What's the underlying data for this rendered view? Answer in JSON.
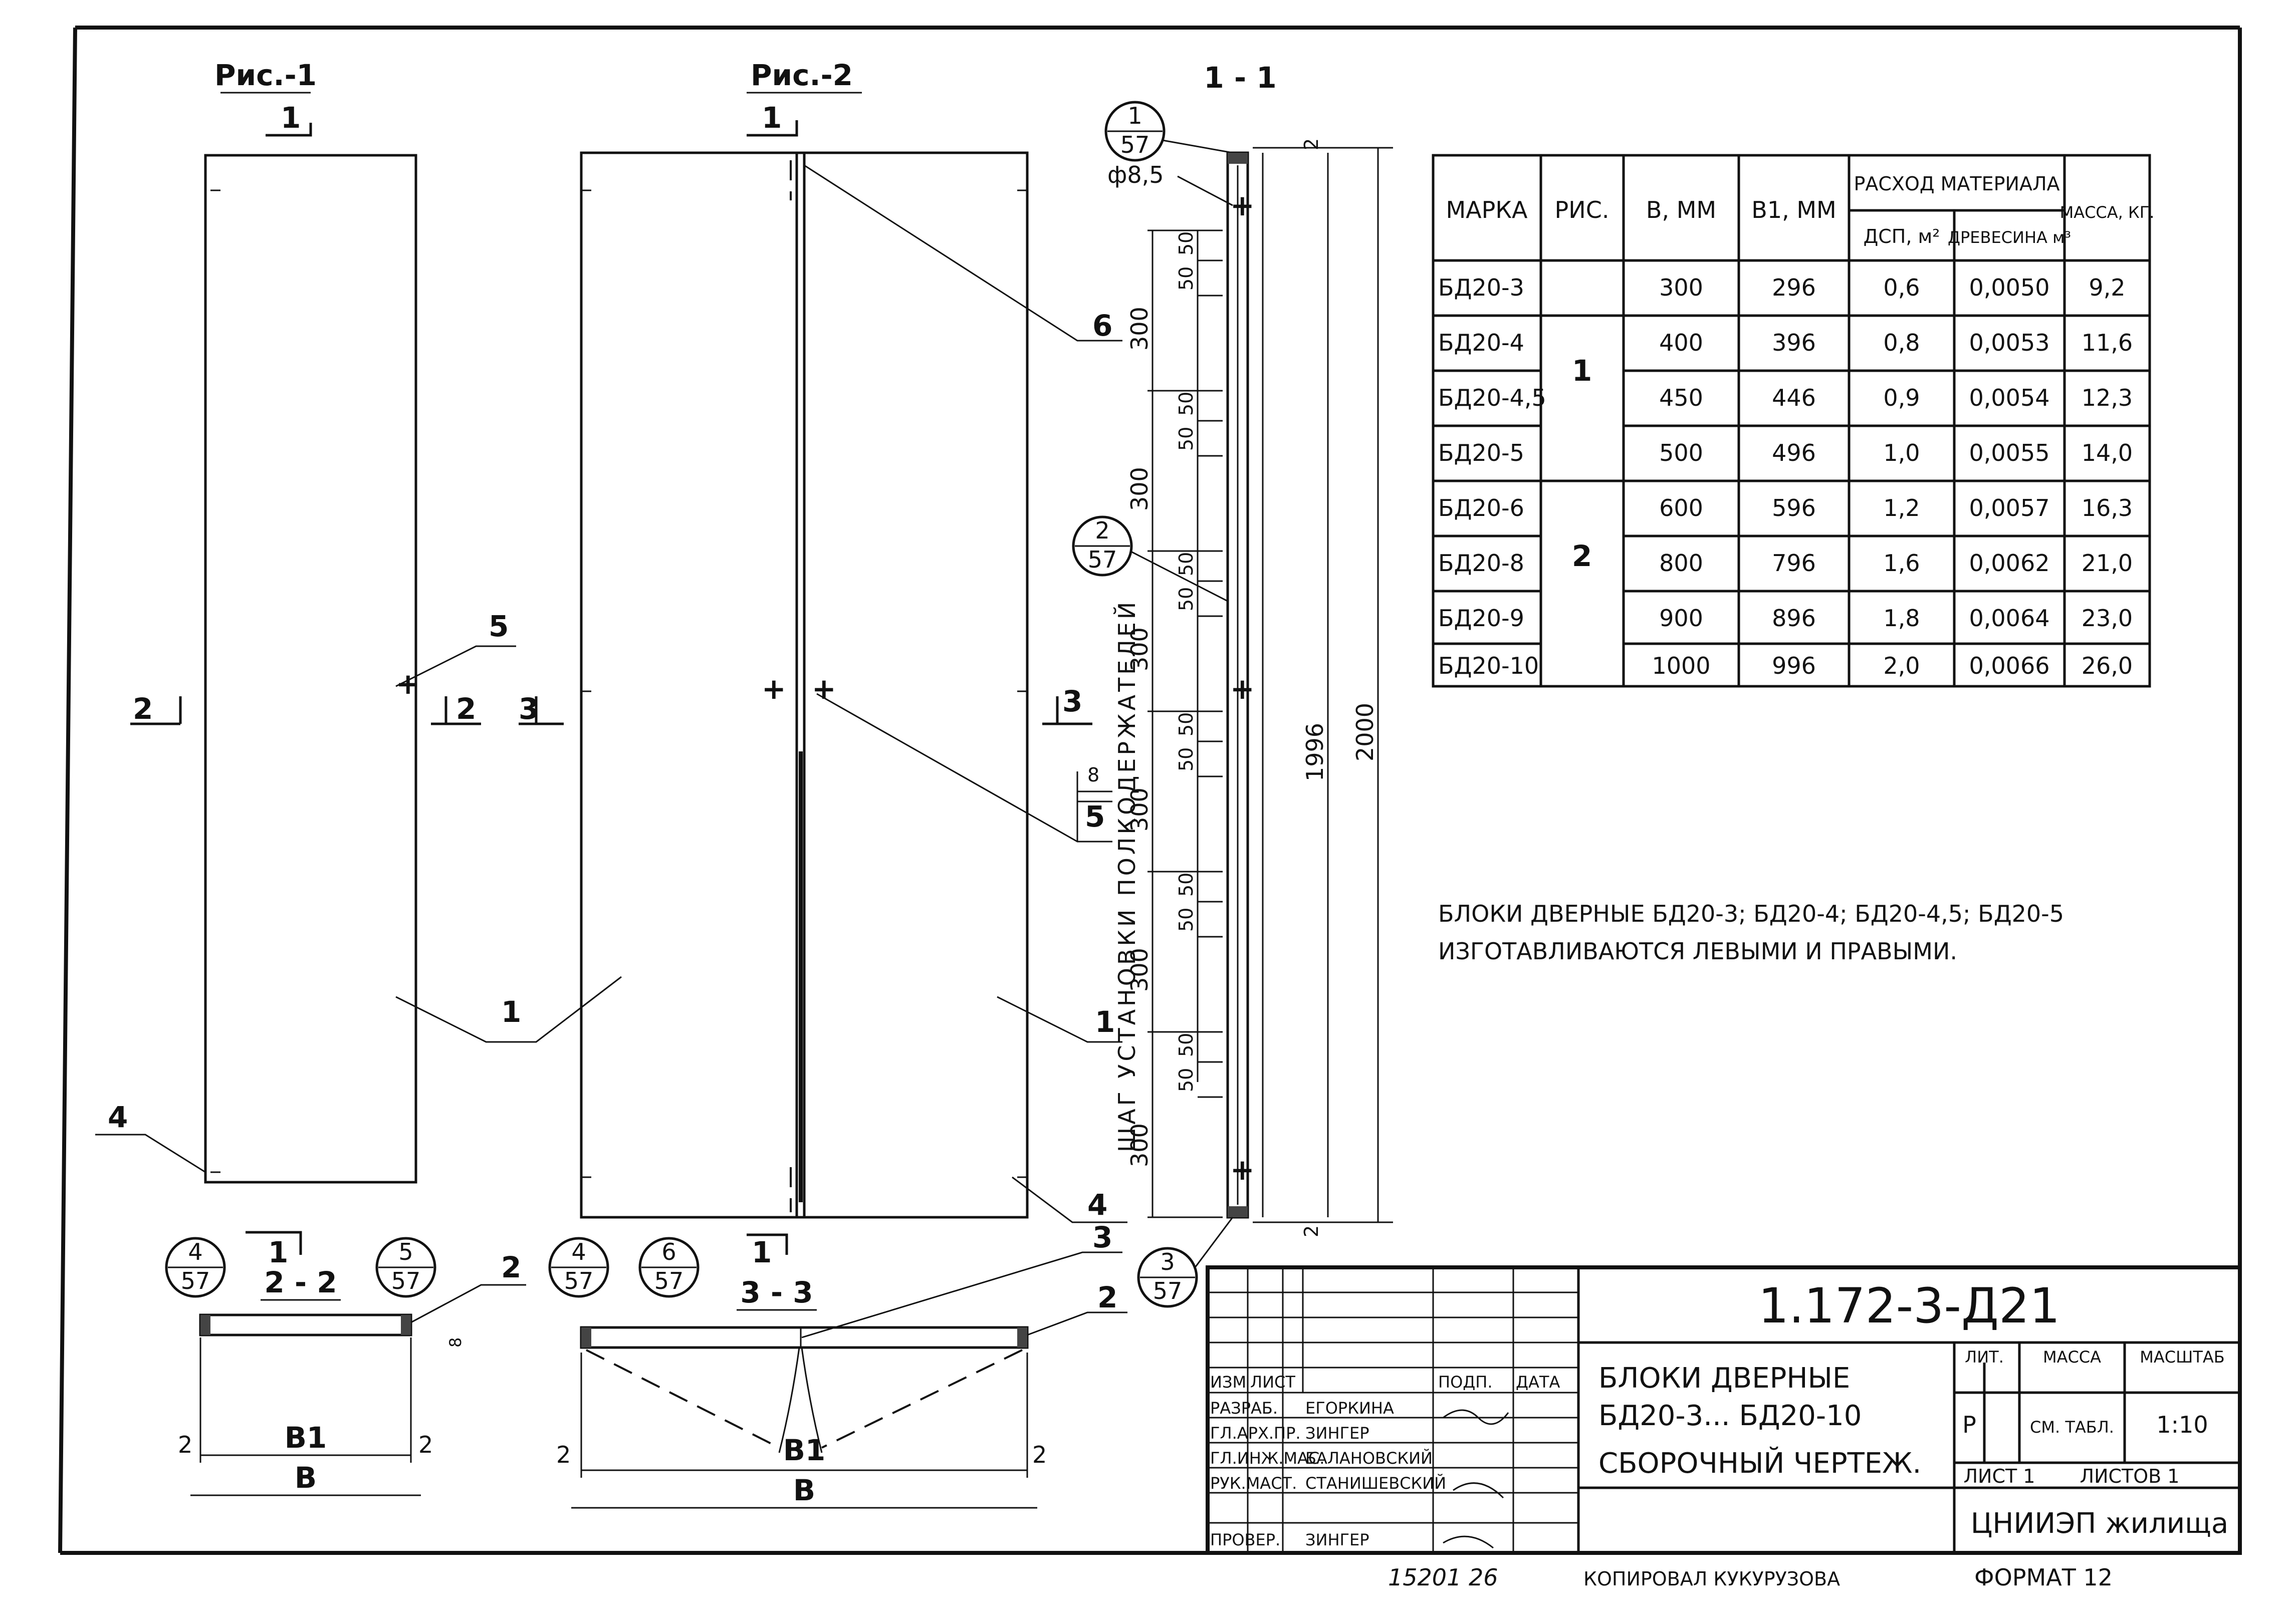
{
  "drawing": {
    "fig1_title": "Рис.-1",
    "fig2_title": "Рис.-2",
    "section_11_title": "1 - 1",
    "cut_1": "1",
    "cut_2": "2",
    "cut_3": "3",
    "section_22_title": "2 - 2",
    "section_33_title": "3 - 3",
    "callouts": {
      "p1": "1",
      "p2": "2",
      "p3": "3",
      "p4": "4",
      "p5": "5",
      "p6": "6",
      "small8": "8",
      "small5": "5"
    },
    "refs": [
      {
        "num": "1",
        "sheet": "57"
      },
      {
        "num": "2",
        "sheet": "57"
      },
      {
        "num": "3",
        "sheet": "57"
      },
      {
        "num": "4",
        "sheet": "57"
      },
      {
        "num": "5",
        "sheet": "57"
      },
      {
        "num": "4",
        "sheet": "57"
      },
      {
        "num": "6",
        "sheet": "57"
      }
    ],
    "dims": {
      "d300": "300",
      "d50": "50",
      "d1996": "1996",
      "d2000": "2000",
      "d2": "2",
      "phi": "ф8,5",
      "B": "В",
      "B1": "В1"
    },
    "vertical_note": "ШАГ УСТАНОВКИ ПОЛКОДЕРЖАТЕЛЕЙ"
  },
  "table": {
    "headers": {
      "marka": "МАРКА",
      "ris": "РИС.",
      "b": "В, ММ",
      "b1": "В1, ММ",
      "rashod": "РАСХОД МАТЕРИАЛА",
      "dsp": "ДСП, м²",
      "drevesina": "ДРЕВЕСИНА м³",
      "massa": "МАССА, КГ."
    },
    "groups": [
      {
        "fig": "1"
      },
      {
        "fig": "2"
      }
    ],
    "rows": [
      [
        "БД20-3",
        "300",
        "296",
        "0,6",
        "0,0050",
        "9,2"
      ],
      [
        "БД20-4",
        "400",
        "396",
        "0,8",
        "0,0053",
        "11,6"
      ],
      [
        "БД20-4,5",
        "450",
        "446",
        "0,9",
        "0,0054",
        "12,3"
      ],
      [
        "БД20-5",
        "500",
        "496",
        "1,0",
        "0,0055",
        "14,0"
      ],
      [
        "БД20-6",
        "600",
        "596",
        "1,2",
        "0,0057",
        "16,3"
      ],
      [
        "БД20-8",
        "800",
        "796",
        "1,6",
        "0,0062",
        "21,0"
      ],
      [
        "БД20-9",
        "900",
        "896",
        "1,8",
        "0,0064",
        "23,0"
      ],
      [
        "БД20-10",
        "1000",
        "996",
        "2,0",
        "0,0066",
        "26,0"
      ]
    ]
  },
  "note": {
    "line1": "БЛОКИ ДВЕРНЫЕ БД20-3; БД20-4; БД20-4,5; БД20-5",
    "line2": "ИЗГОТАВЛИВАЮТСЯ ЛЕВЫМИ И ПРАВЫМИ."
  },
  "title_block": {
    "doc_number": "1.172-3-Д21",
    "title_line1": "БЛОКИ ДВЕРНЫЕ",
    "title_line2": "БД20-3... БД20-10",
    "title_line3": "СБОРОЧНЫЙ ЧЕРТЕЖ.",
    "lit_label": "ЛИТ.",
    "massa_label": "МАССА",
    "masshtab_label": "МАСШТАБ",
    "lit_value": "Р",
    "massa_value": "СМ. ТАБЛ.",
    "scale_value": "1:10",
    "sheet": "ЛИСТ 1",
    "sheets": "ЛИСТОВ 1",
    "org": "ЦНИИЭП жилища",
    "hdr_izm": "ИЗМ",
    "hdr_list": "ЛИСТ",
    "hdr_podp": "ПОДП.",
    "hdr_data": "ДАТА",
    "roles": [
      {
        "role": "РАЗРАБ.",
        "name": "ЕГОРКИНА"
      },
      {
        "role": "ГЛ.АРХ.ПР.",
        "name": "ЗИНГЕР"
      },
      {
        "role": "ГЛ.ИНЖ.МАС.",
        "name": "БАЛАНОВСКИЙ"
      },
      {
        "role": "РУК.МАСТ.",
        "name": "СТАНИШЕВСКИЙ"
      },
      {
        "role": "ПРОВЕР.",
        "name": "ЗИНГЕР"
      }
    ]
  },
  "footer": {
    "number": "15201  26",
    "copied": "КОПИРОВАЛ КУКУРУЗОВА",
    "format": "ФОРМАТ 12"
  }
}
